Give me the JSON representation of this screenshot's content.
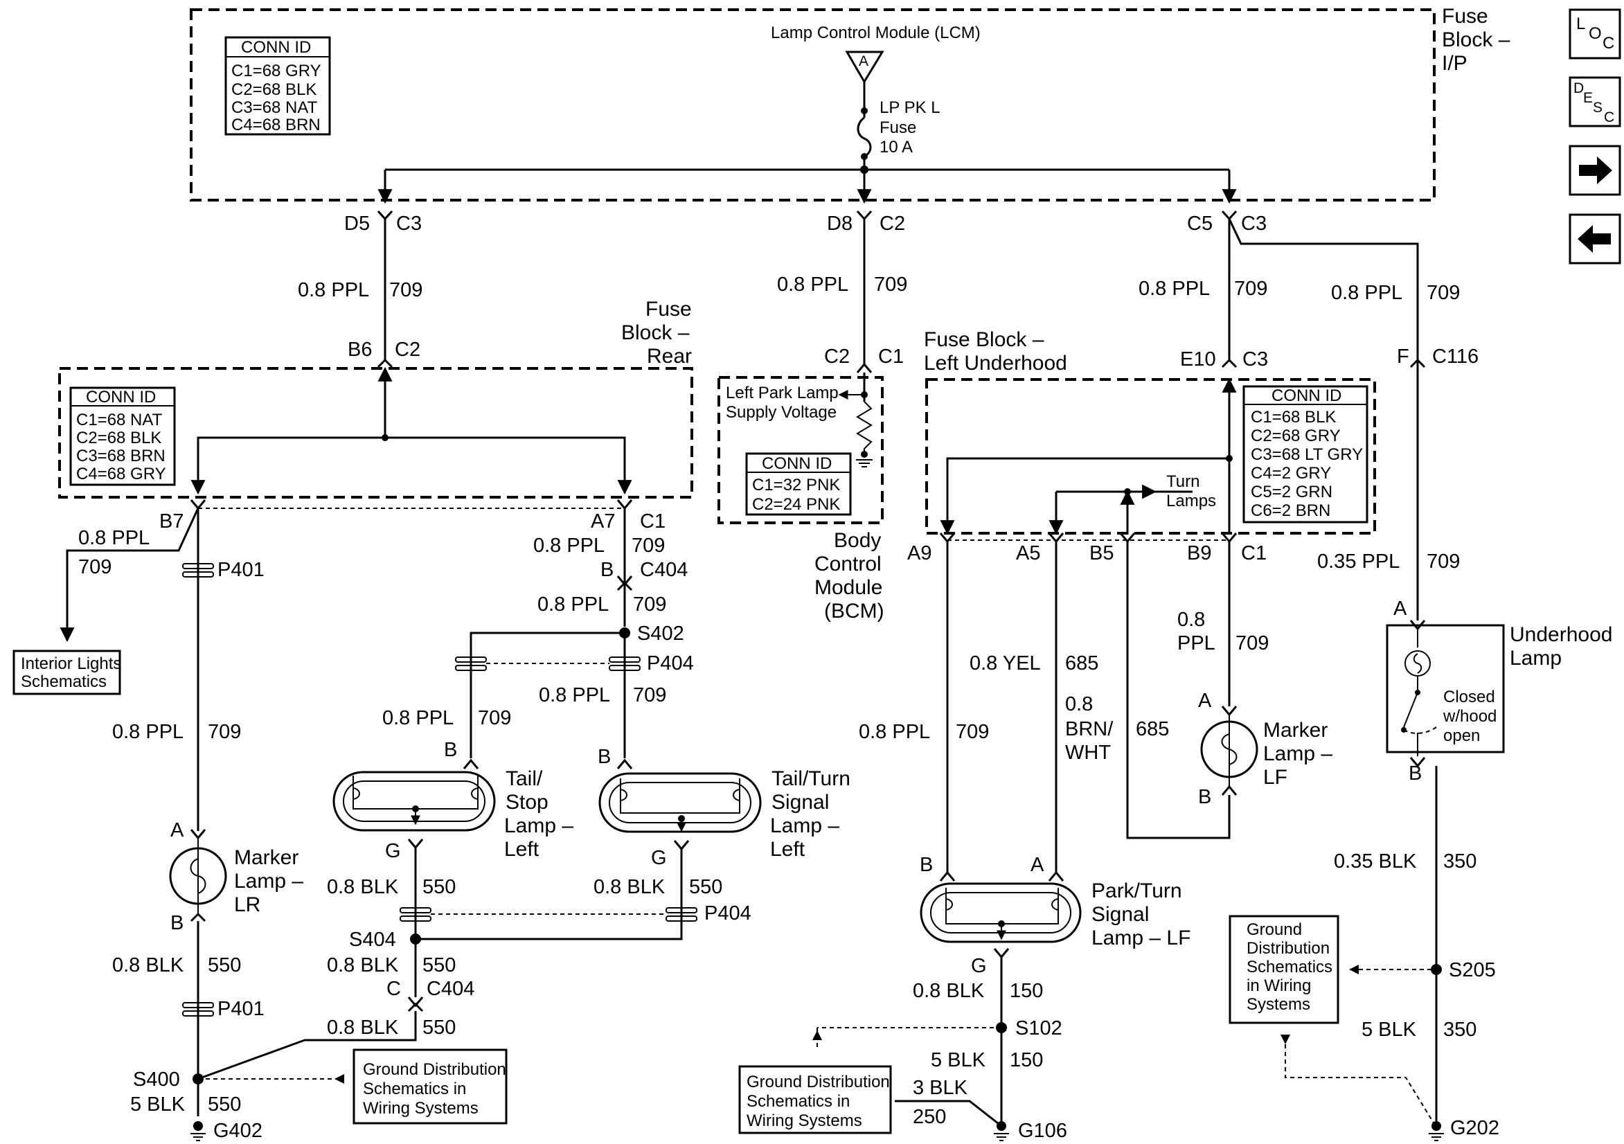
{
  "nav": {
    "loc": "LOC",
    "desc": "DESC"
  },
  "fuse_ip": {
    "title": [
      "Fuse",
      "Block –",
      "I/P"
    ],
    "conn_title": "CONN ID",
    "conn": [
      "C1=68 GRY",
      "C2=68 BLK",
      "C3=68 NAT",
      "C4=68 BRN"
    ]
  },
  "lcm": {
    "title": "Lamp Control Module (LCM)",
    "pin": "A",
    "fuse": [
      "LP PK L",
      "Fuse",
      "10 A"
    ]
  },
  "fuse_ip_pins": {
    "d5": "D5",
    "d5c": "C3",
    "d8": "D8",
    "d8c": "C2",
    "c5": "C5",
    "c5c": "C3"
  },
  "wires": {
    "w1": [
      "0.8 PPL",
      "709"
    ],
    "w2": [
      "0.8 PPL",
      "709"
    ],
    "w3": [
      "0.8 PPL",
      "709"
    ],
    "w4": [
      "0.8 PPL",
      "709"
    ],
    "w5": [
      "0.8 PPL",
      "709"
    ],
    "w6": [
      "0.8 PPL",
      "709"
    ],
    "w7": [
      "0.8 PPL",
      "709"
    ],
    "w8": [
      "0.8 PPL",
      "709"
    ],
    "w9": [
      "0.8 PPL",
      "709"
    ],
    "w10": [
      "0.8 PPL",
      "709"
    ],
    "w11": [
      "0.8 PPL",
      "709"
    ],
    "w12": [
      "0.8 YEL",
      "685"
    ],
    "w13": [
      "0.8",
      "BRN/",
      "WHT"
    ],
    "w13n": "685",
    "w14": [
      "0.8",
      "PPL"
    ],
    "w14n": "709",
    "w15": [
      "0.35 PPL",
      "709"
    ],
    "g1": [
      "0.8 BLK",
      "550"
    ],
    "g2": [
      "0.8 BLK",
      "550"
    ],
    "g3": [
      "0.8 BLK",
      "550"
    ],
    "g4": [
      "0.8 BLK",
      "550"
    ],
    "g5": [
      "0.8 BLK",
      "550"
    ],
    "g6": [
      "5 BLK",
      "550"
    ],
    "g7": [
      "0.8 BLK",
      "150"
    ],
    "g8": [
      "5 BLK",
      "150"
    ],
    "g9": [
      "3 BLK",
      "250"
    ],
    "g10": [
      "0.35 BLK",
      "350"
    ],
    "g11": [
      "5 BLK",
      "350"
    ]
  },
  "fuse_rear": {
    "title": [
      "Fuse",
      "Block –",
      "Rear"
    ],
    "b6": "B6",
    "b6c": "C2",
    "conn_title": "CONN ID",
    "conn": [
      "C1=68 NAT",
      "C2=68 BLK",
      "C3=68 BRN",
      "C4=68 GRY"
    ],
    "b7": "B7",
    "a7": "A7",
    "a7c": "C1"
  },
  "bcm": {
    "c2": "C2",
    "c1": "C1",
    "supply": [
      "Left Park Lamp",
      "Supply Voltage"
    ],
    "conn_title": "CONN ID",
    "conn": [
      "C1=32 PNK",
      "C2=24 PNK"
    ],
    "title": [
      "Body",
      "Control",
      "Module",
      "(BCM)"
    ]
  },
  "fuse_uh": {
    "title": [
      "Fuse Block –",
      "Left Underhood"
    ],
    "e10": "E10",
    "e10c": "C3",
    "conn_title": "CONN ID",
    "conn": [
      "C1=68 BLK",
      "C2=68 GRY",
      "C3=68 LT GRY",
      "C4=2 GRY",
      "C5=2 GRN",
      "C6=2 BRN"
    ],
    "turn": [
      "Turn",
      "Lamps"
    ],
    "a9": "A9",
    "a5": "A5",
    "b5": "B5",
    "b9": "B9",
    "b9c": "C1"
  },
  "c116": {
    "f": "F",
    "c": "C116"
  },
  "connectors": {
    "p401": "P401",
    "p401b": "P401",
    "p404": "P404",
    "p404b": "P404",
    "c404_b": "B",
    "c404_bc": "C404",
    "c404_c": "C",
    "c404_cc": "C404"
  },
  "splices": {
    "s402": "S402",
    "s404": "S404",
    "s400": "S400",
    "s102": "S102",
    "s205": "S205"
  },
  "grounds": {
    "g402": "G402",
    "g106": "G106",
    "g202": "G202"
  },
  "interior_box": [
    "Interior Lights",
    "Schematics"
  ],
  "ground_box_1": [
    "Ground Distribution",
    "Schematics in",
    "Wiring Systems"
  ],
  "ground_box_2": [
    "Ground Distribution",
    "Schematics in",
    "Wiring Systems"
  ],
  "ground_box_3": [
    "Ground",
    "Distribution",
    "Schematics",
    "in Wiring",
    "Systems"
  ],
  "lamps": {
    "marker_lr": {
      "title": [
        "Marker",
        "Lamp –",
        "LR"
      ],
      "a": "A",
      "b": "B"
    },
    "tail_stop": {
      "title": [
        "Tail/",
        "Stop",
        "Lamp –",
        "Left"
      ],
      "b": "B",
      "g": "G"
    },
    "tail_turn": {
      "title": [
        "Tail/Turn",
        "Signal",
        "Lamp –",
        "Left"
      ],
      "b": "B",
      "g": "G"
    },
    "park_turn": {
      "title": [
        "Park/Turn",
        "Signal",
        "Lamp – LF"
      ],
      "b": "B",
      "a": "A",
      "g": "G"
    },
    "marker_lf": {
      "title": [
        "Marker",
        "Lamp –",
        "LF"
      ],
      "a": "A",
      "b": "B"
    },
    "underhood": {
      "title": [
        "Underhood",
        "Lamp"
      ],
      "a": "A",
      "b": "B",
      "sw": [
        "Closed",
        "w/hood",
        "open"
      ]
    }
  }
}
